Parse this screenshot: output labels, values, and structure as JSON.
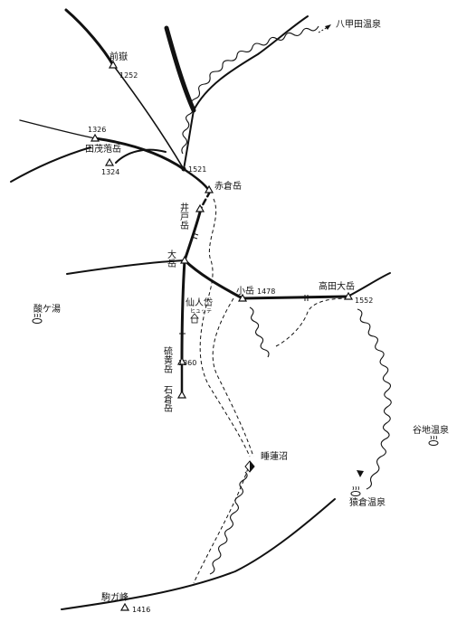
{
  "map": {
    "peaks": [
      {
        "id": "maedake",
        "name": "前嶽",
        "elevation": "1252"
      },
      {
        "id": "p1326",
        "name": "",
        "elevation": "1326"
      },
      {
        "id": "tamosachi",
        "name": "田茂萢岳",
        "elevation": ""
      },
      {
        "id": "p1324",
        "name": "",
        "elevation": "1324"
      },
      {
        "id": "p1521",
        "name": "",
        "elevation": "1521"
      },
      {
        "id": "akakura",
        "name": "赤倉岳",
        "elevation": ""
      },
      {
        "id": "ido",
        "name": "井戸岳",
        "elevation": ""
      },
      {
        "id": "odake",
        "name": "大岳",
        "elevation": ""
      },
      {
        "id": "kodake",
        "name": "小岳",
        "elevation": "1478"
      },
      {
        "id": "takadaodake",
        "name": "高田大岳",
        "elevation": "1552"
      },
      {
        "id": "iodake",
        "name": "硫黄岳",
        "elevation": "1360"
      },
      {
        "id": "ishikura",
        "name": "石倉岳",
        "elevation": ""
      },
      {
        "id": "komagamine",
        "name": "駒ガ峰",
        "elevation": "1416"
      }
    ],
    "places": {
      "hakkoda_onsen": "八甲田温泉",
      "sukayu": "酸ケ湯",
      "sennintai": "仙人岱",
      "hut": "ヒュッテ",
      "suirenuma": "睡蓮沼",
      "yachi_onsen": "谷地温泉",
      "sarukura_onsen": "猿倉温泉"
    },
    "colors": {
      "ink": "#111111",
      "paper": "#ffffff"
    }
  }
}
